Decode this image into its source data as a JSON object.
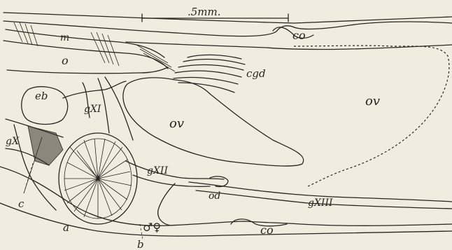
{
  "figure": {
    "scale_bar": ".5mm.",
    "labels": {
      "co_top": "co",
      "m": "m",
      "o": "o",
      "cgd": "cgd",
      "eb": "eb",
      "g_xi": "gXI",
      "ov_main": "ov",
      "ov_dashed": "ov",
      "g_x": "gX",
      "g_xii_left": "gXII",
      "od": "od",
      "g_xiii": "gXIII",
      "c": "c",
      "a": "a",
      "b": "b",
      "sex_symbols": "♂♀",
      "co_bottom": "co"
    }
  }
}
